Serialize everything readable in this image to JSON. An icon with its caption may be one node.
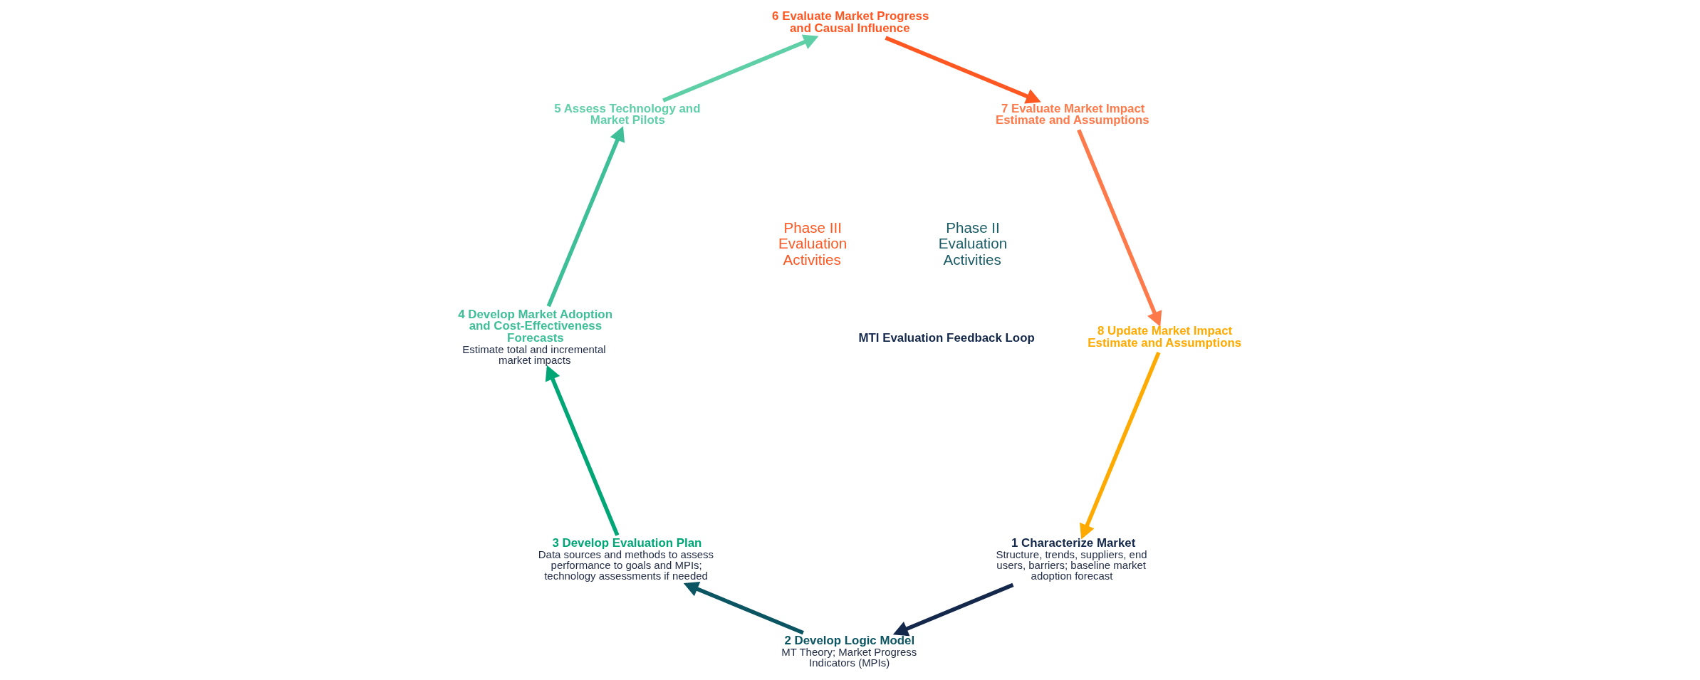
{
  "diagram": {
    "nodes": [
      {
        "text": [
          "1 Characterize Market",
          "Structure, trends, suppliers, end users, barriers; baseline market adoption forecast"
        ]
      },
      {
        "text": [
          "2 Develop Logic Model",
          "MT Theory; Market Progress Indicators (MPIs)"
        ]
      },
      {
        "text": [
          "3 Develop Evaluation Plan",
          "Data sources and methods to assess performance to goals and MPIs; technology assessments if needed"
        ]
      },
      {
        "text": [
          "4 Develop Market Adoption and Cost-Effectiveness Forecasts",
          "Estimate total and incremental market impacts"
        ]
      },
      {
        "text": [
          "5 Assess Technology and Market Pilots"
        ]
      },
      {
        "text": [
          "6 Evaluate Market Progress and Causal Influence"
        ]
      },
      {
        "text": [
          "7 Evaluate Market Impact Estimate and Assumptions"
        ]
      },
      {
        "text": [
          "8 Update Market Impact Estimate and Assumptions"
        ]
      },
      {
        "text": [
          "MTI Evaluation Feedback Loop"
        ]
      }
    ],
    "edges": [
      {
        "from": 0,
        "to": 1,
        "arrow": "to",
        "color": "#14284b"
      },
      {
        "from": 1,
        "to": 2,
        "arrow": "to",
        "color": "#0b5563"
      },
      {
        "from": 2,
        "to": 3,
        "arrow": "to",
        "color": "#00a676"
      },
      {
        "from": 3,
        "to": 4,
        "arrow": "to",
        "color": "#3fbf98"
      },
      {
        "from": 4,
        "to": 5,
        "arrow": "to",
        "color": "#5fcfa8"
      },
      {
        "from": 5,
        "to": 6,
        "arrow": "to",
        "color": "#fe5722"
      },
      {
        "from": 6,
        "to": 7,
        "arrow": "to",
        "color": "#ff7a4a"
      },
      {
        "from": 7,
        "to": 0,
        "arrow": "to",
        "color": "#ffaa00"
      }
    ],
    "labels": [
      "Phase II Evaluation Activities",
      "Phase III Evaluation Activities"
    ]
  }
}
